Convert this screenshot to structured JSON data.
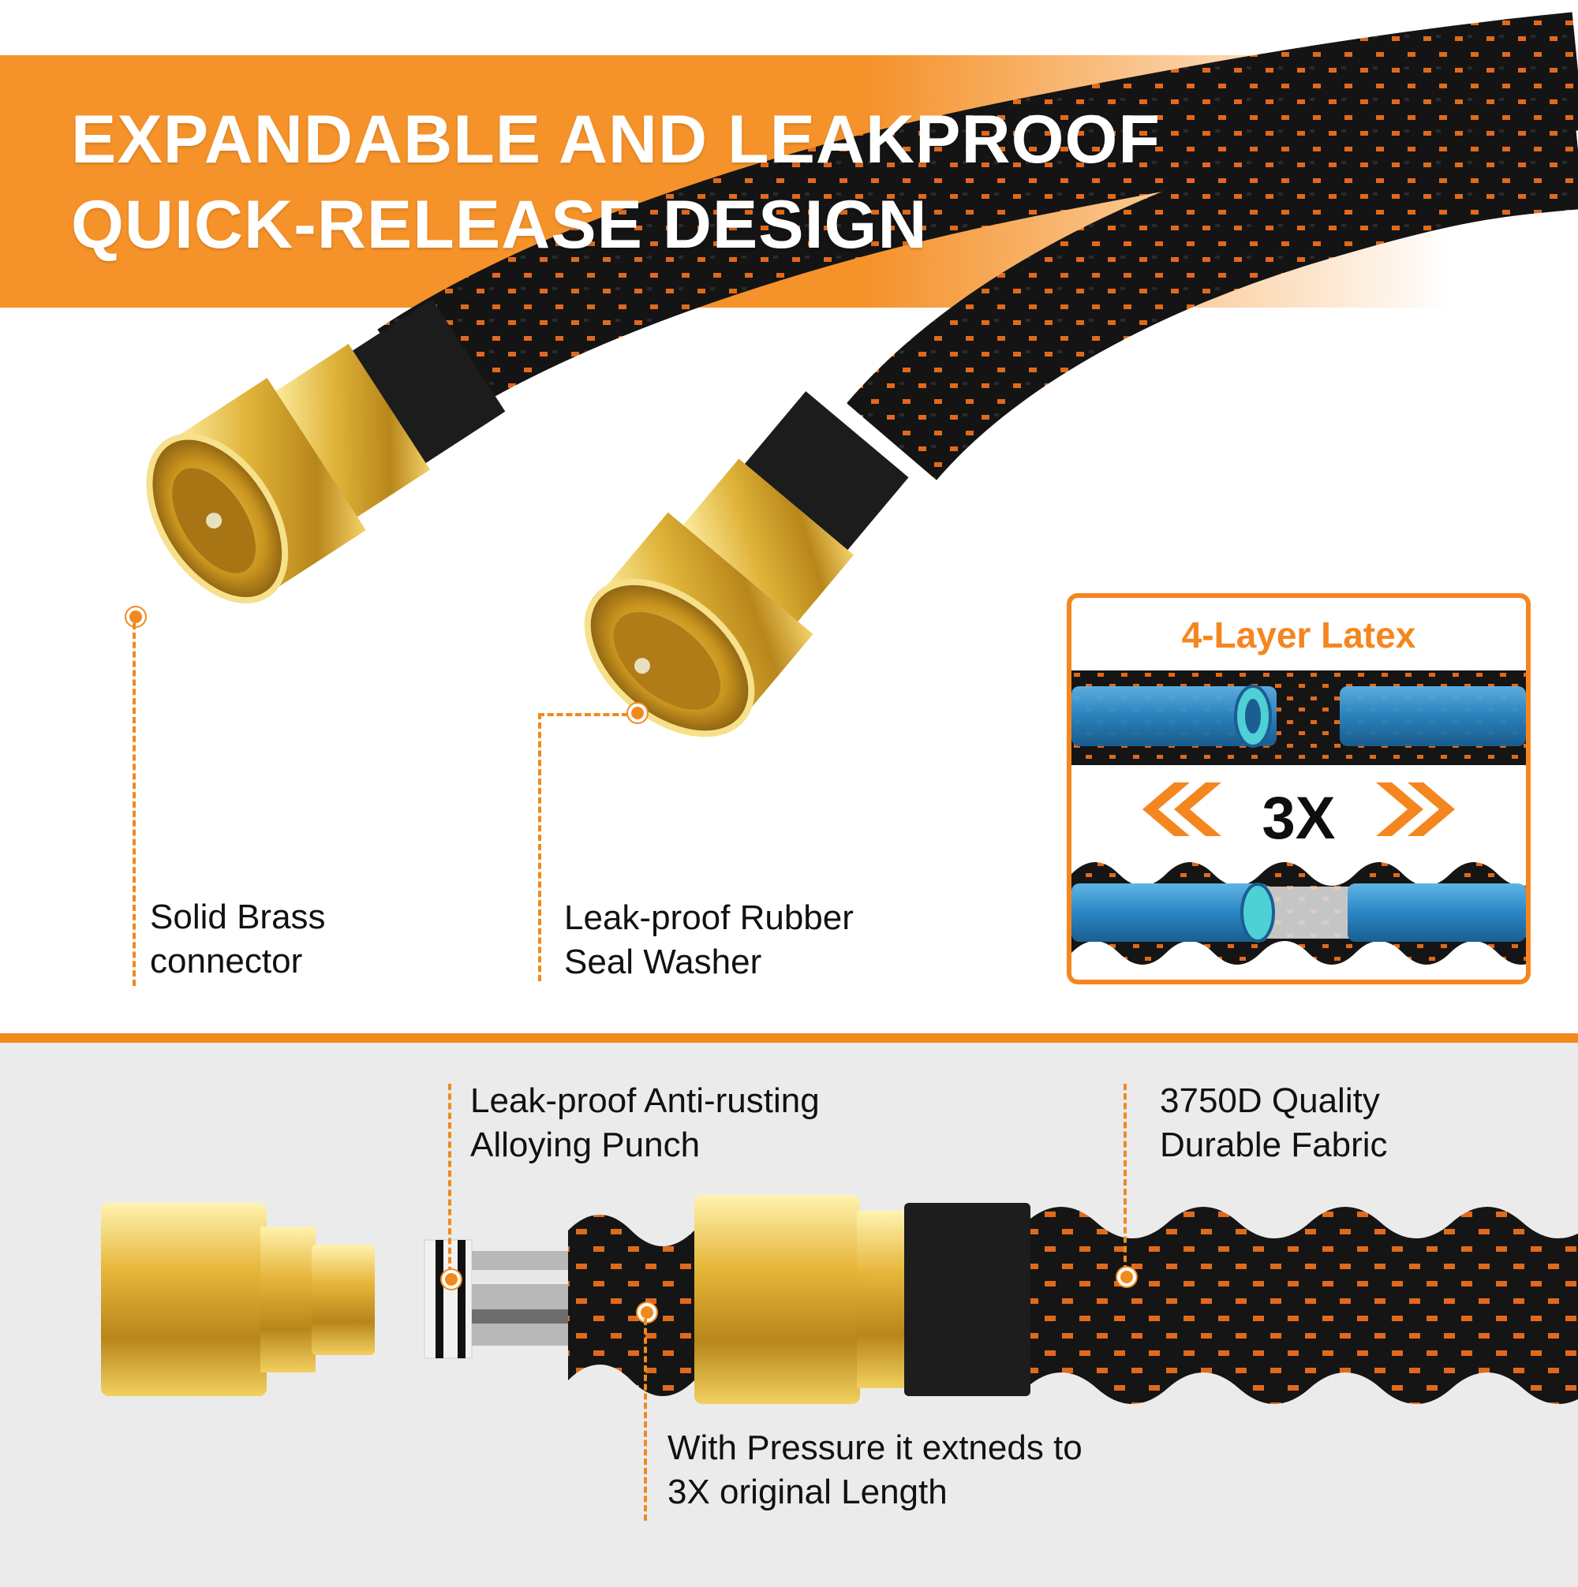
{
  "banner": {
    "line1": "EXPANDABLE AND LEAKPROOF",
    "line2": "QUICK-RELEASE DESIGN"
  },
  "callouts": {
    "brass": {
      "line1": "Solid Brass",
      "line2": "connector"
    },
    "washer": {
      "line1": "Leak-proof Rubber",
      "line2": "Seal Washer"
    },
    "punch": {
      "line1": "Leak-proof Anti-rusting",
      "line2": "Alloying Punch"
    },
    "fabric": {
      "line1": "3750D Quality",
      "line2": "Durable Fabric"
    },
    "pressure": {
      "line1": "With Pressure it extneds to",
      "line2": "3X original Length"
    }
  },
  "inset": {
    "title": "4-Layer Latex",
    "multiplier": "3X"
  },
  "colors": {
    "accent": "#f5861f",
    "brass": "#d9a521",
    "hose_black": "#151515",
    "tube_blue": "#2a86c4",
    "band_gray": "#ebebeb"
  }
}
